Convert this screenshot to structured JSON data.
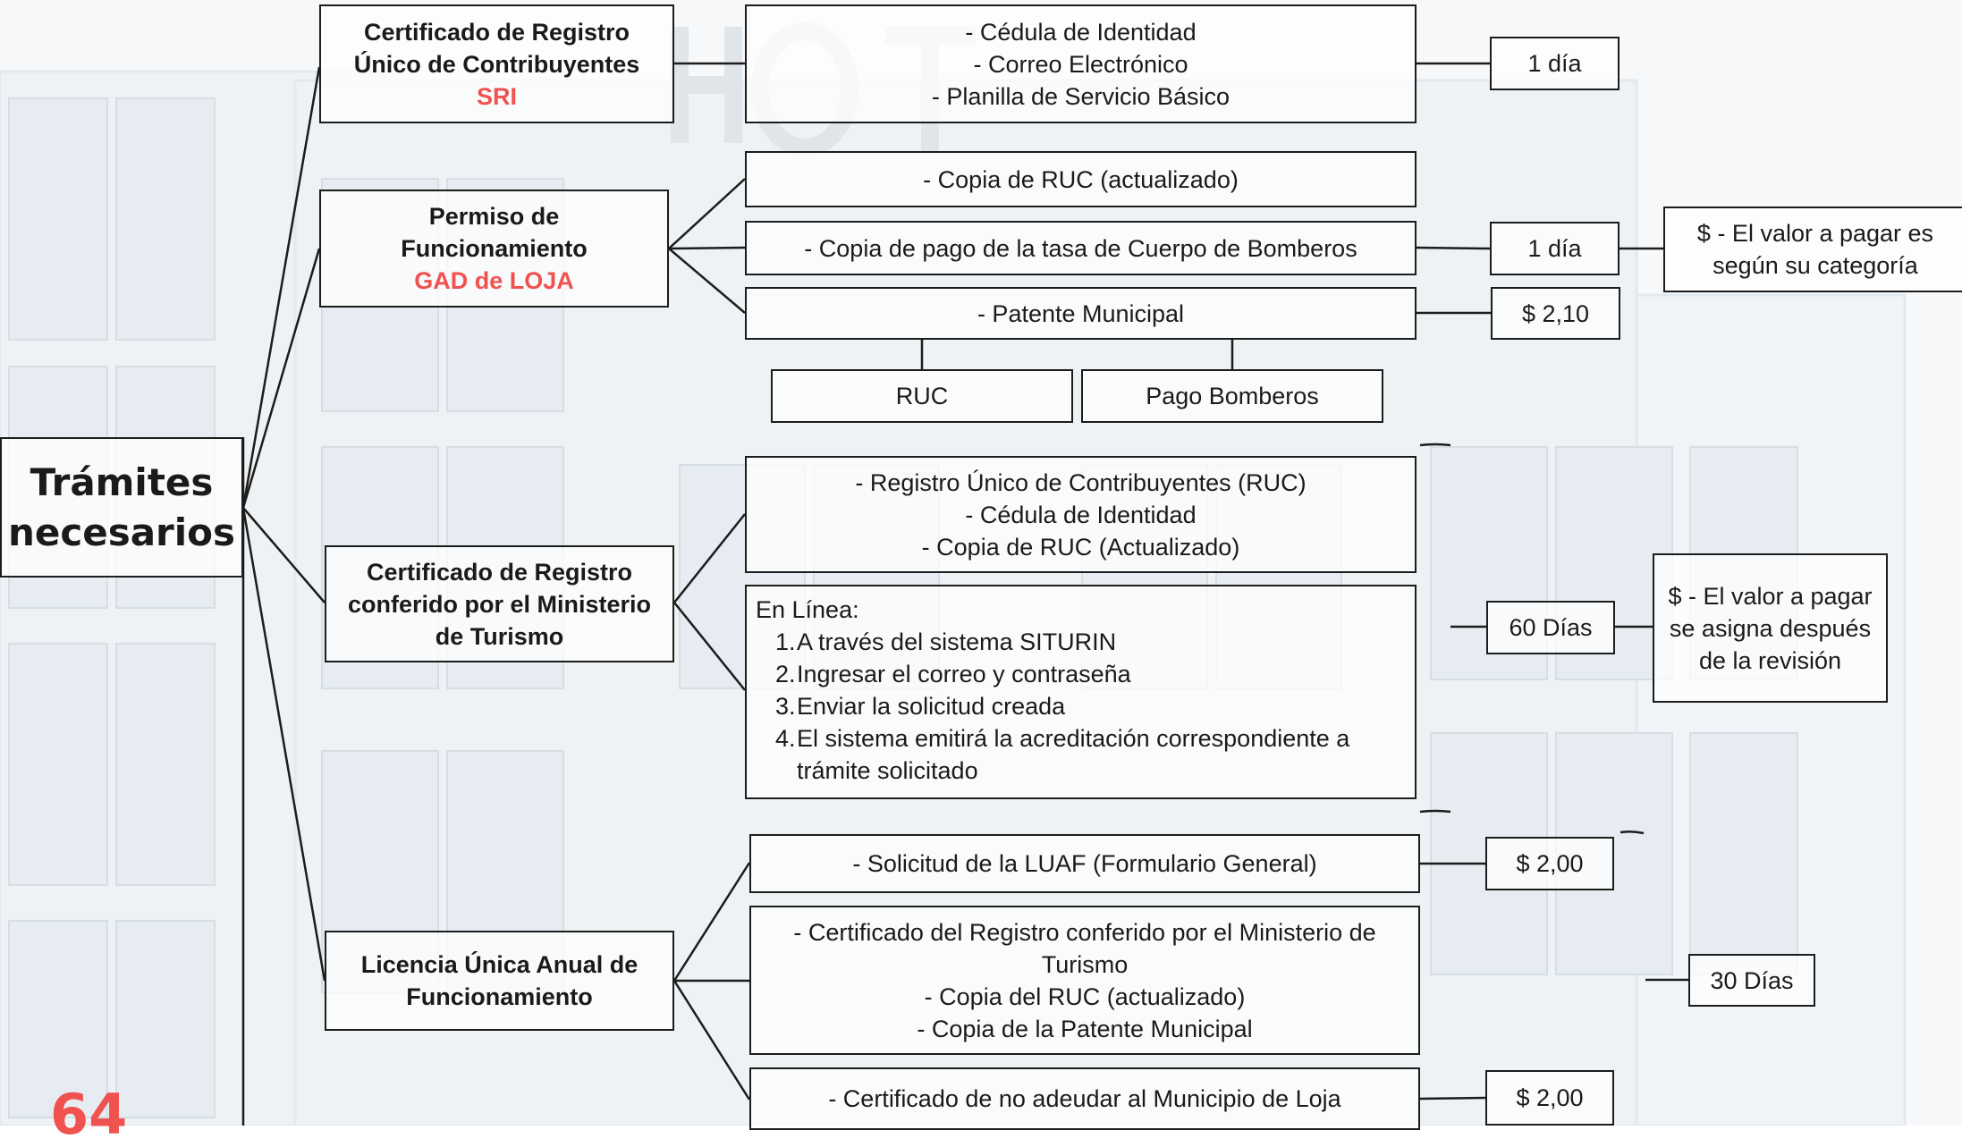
{
  "colors": {
    "accent_red": "#f0524f",
    "border": "#1c1c1c"
  },
  "page_number": "64",
  "root": {
    "line1": "Trámites",
    "line2": "necesarios"
  },
  "sri": {
    "line1": "Certificado  de Registro",
    "line2": "Único de Contribuyentes",
    "entity": "SRI",
    "requirements": [
      "- Cédula de Identidad",
      "- Correo Electrónico",
      "- Planilla de Servicio Básico"
    ],
    "time": "1 día"
  },
  "permiso": {
    "line1": "Permiso  de",
    "line2": "Funcionamiento",
    "entity": "GAD de LOJA",
    "req_ruc": "- Copia de RUC (actualizado)",
    "req_bomberos": "- Copia de pago de la tasa de Cuerpo de Bomberos",
    "req_patente": "- Patente Municipal",
    "time": "1 día",
    "cost_note": "$ - El valor a pagar es según su categoría",
    "patente_cost": "$ 2,10",
    "sub_ruc": "RUC",
    "sub_bomberos": "Pago Bomberos"
  },
  "turismo": {
    "line1": "Certificado de Registro",
    "line2": "conferido por el Ministerio",
    "line3": "de Turismo",
    "requirements": [
      "- Registro Único de Contribuyentes (RUC)",
      "- Cédula de Identidad",
      "- Copia de RUC (Actualizado)"
    ],
    "online_title": "En Línea:",
    "steps": [
      "A través del sistema SITURIN",
      "Ingresar el correo y contraseña",
      "Enviar la solicitud creada",
      "El sistema emitirá la acreditación correspondiente a trámite solicitado"
    ],
    "time": "60 Días",
    "cost_note": "$ - El valor a pagar se asigna después de la revisión"
  },
  "luaf": {
    "line1": "Licencia Única Anual de",
    "line2": "Funcionamiento",
    "req_solicitud": "- Solicitud de la LUAF (Formulario General)",
    "solicitud_cost": "$ 2,00",
    "req_docs": [
      "- Certificado del Registro conferido por el Ministerio de Turismo",
      "- Copia del RUC (actualizado)",
      " -  Copia de la Patente Municipal"
    ],
    "time": "30 Días",
    "req_adeudar": "- Certificado de no adeudar al Municipio de Loja",
    "adeudar_cost": "$ 2,00"
  }
}
